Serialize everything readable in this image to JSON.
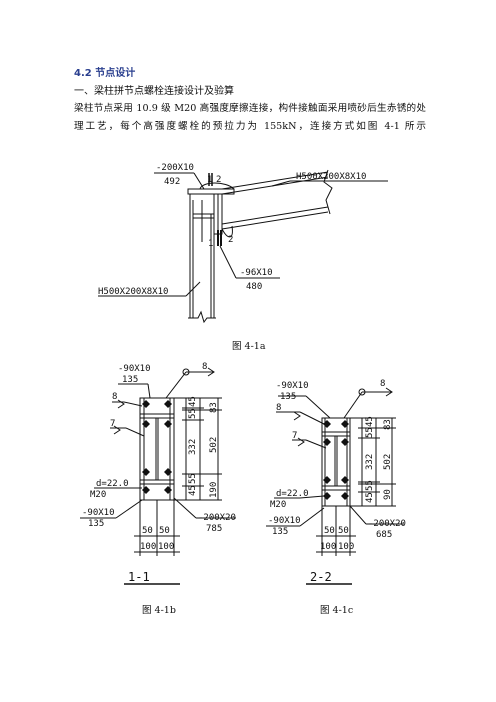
{
  "section": {
    "heading": "4.2 节点设计",
    "subheading": "一、梁柱拼节点螺栓连接设计及验算",
    "paragraph": "梁柱节点采用 10.9 级 M20 高强度摩擦连接，构件接触面采用喷砂后生赤锈的处理工艺，每个高强度螺栓的预拉力为 155kN，连接方式如图 4-1 所示"
  },
  "figure_a": {
    "caption": "图 4-1a",
    "labels": {
      "plate_top": "-200X10",
      "plate_top_len": "492",
      "beam": "H500X200X8X10",
      "column": "H500X200X8X10",
      "section_top_1": "1",
      "section_top_2": "2",
      "section_bot_1": "1",
      "section_bot_2": "2",
      "stiffener": "-96X10",
      "stiffener_len": "480"
    }
  },
  "figure_b": {
    "caption": "图 4-1b",
    "title": "1-1",
    "labels": {
      "plate": "-90X10",
      "plate_len": "135",
      "weld_8a": "8",
      "weld_8b": "8",
      "weld_7": "7",
      "bolt_d": "d=22.0",
      "bolt": "M20",
      "plate2": "-90X10",
      "plate2_len": "135",
      "end_plate": "-200X20",
      "end_plate_len": "785"
    },
    "dims_right": [
      "45",
      "83",
      "55",
      "332",
      "502",
      "55",
      "45",
      "190"
    ],
    "dims_bottom_top": [
      "50",
      "50"
    ],
    "dims_bottom": [
      "100",
      "100"
    ]
  },
  "figure_c": {
    "caption": "图 4-1c",
    "title": "2-2",
    "labels": {
      "plate": "-90X10",
      "plate_len": "135",
      "weld_8a": "8",
      "weld_8b": "8",
      "weld_7": "7",
      "bolt_d": "d=22.0",
      "bolt": "M20",
      "plate2": "-90X10",
      "plate2_len": "135",
      "end_plate": "-200X20",
      "end_plate_len": "685"
    },
    "dims_right": [
      "45",
      "83",
      "55",
      "332",
      "502",
      "55",
      "45",
      "90"
    ],
    "dims_bottom_top": [
      "50",
      "50"
    ],
    "dims_bottom": [
      "100",
      "100"
    ]
  }
}
